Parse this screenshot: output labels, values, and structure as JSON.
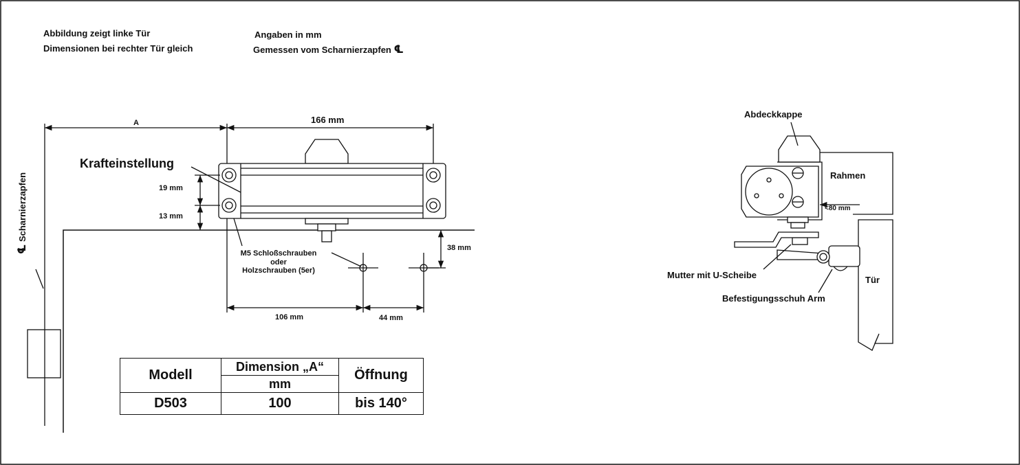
{
  "notes": {
    "line1": "Abbildung zeigt linke Tür",
    "line2": "Dimensionen bei rechter Tür gleich",
    "line3": "Angaben in mm",
    "line4": "Gemessen vom Scharnierzapfen",
    "centerline_symbol": "℄"
  },
  "front_view": {
    "dim_A": "A",
    "dim_width": "166 mm",
    "dim_19": "19 mm",
    "dim_13": "13 mm",
    "dim_38": "38 mm",
    "dim_106": "106 mm",
    "dim_44": "44 mm",
    "krafteinstellung": "Krafteinstellung",
    "screws_line1": "M5 Schloßschrauben",
    "screws_line2": "oder",
    "screws_line3": "Holzschrauben (5er)",
    "hinge_label": "Scharnierzapfen"
  },
  "table": {
    "header_model": "Modell",
    "header_dimension": "Dimension „A“",
    "header_unit": "mm",
    "header_opening": "Öffnung",
    "rows": [
      {
        "model": "D503",
        "dimension": "100",
        "opening": "bis 140°"
      }
    ]
  },
  "side_view": {
    "cap": "Abdeckkappe",
    "frame": "Rahmen",
    "dim_80": "<80 mm",
    "nut": "Mutter mit U-Scheibe",
    "shoe": "Befestigungsschuh Arm",
    "door": "Tür"
  }
}
